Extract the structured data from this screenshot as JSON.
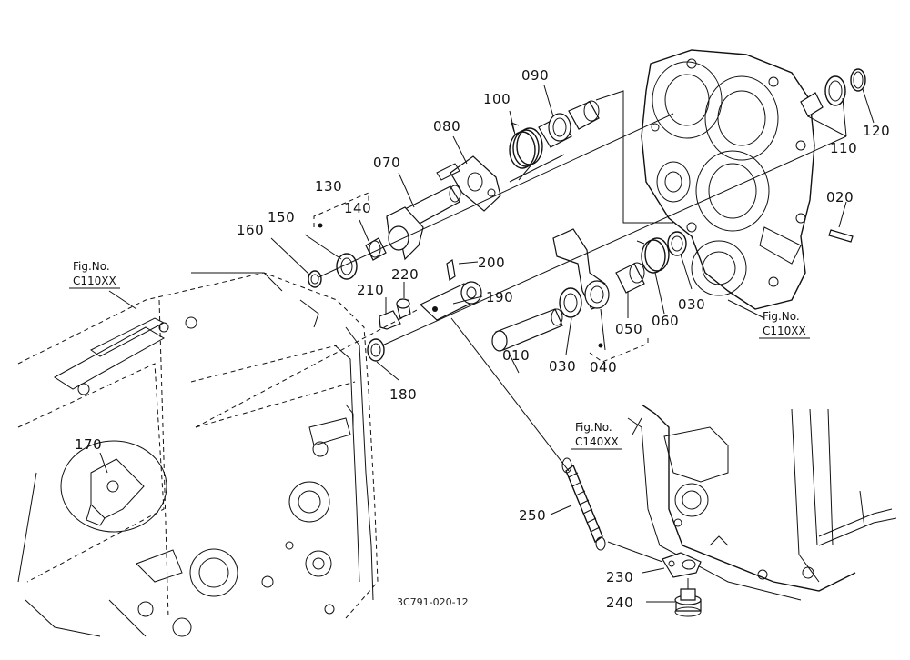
{
  "diagram": {
    "document_code": "3C791-020-12",
    "part_labels": [
      "010",
      "020",
      "030",
      "030",
      "040",
      "050",
      "060",
      "070",
      "080",
      "090",
      "100",
      "110",
      "120",
      "130",
      "140",
      "150",
      "160",
      "170",
      "180",
      "190",
      "200",
      "210",
      "220",
      "230",
      "240",
      "250"
    ],
    "figure_refs": {
      "left_housing": [
        "Fig.No.",
        "C110XX"
      ],
      "right_housing": [
        "Fig.No.",
        "C110XX"
      ],
      "lower_housing": [
        "Fig.No.",
        "C140XX"
      ]
    }
  }
}
